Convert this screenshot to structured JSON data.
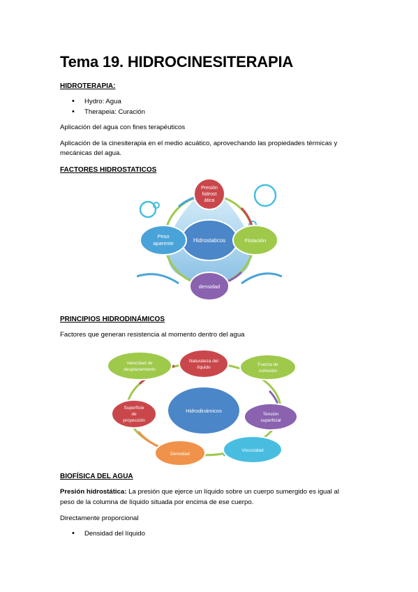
{
  "title": "Tema 19. HIDROCINESITERAPIA",
  "section1": {
    "heading": "HIDROTERAPIA:",
    "bullets": [
      "Hydro: Agua",
      "Therapeia: Curación"
    ],
    "para1": "Aplicación del agua con fines terapéuticos",
    "para2_line1": "Aplicación de la cinesiterapia en el medio acuático, aprovechando las propiedades térmicas y",
    "para2_line2": "mecánicas del agua."
  },
  "section2": {
    "heading": "FACTORES HIDROSTATICOS",
    "diagram": {
      "center": "Hidrostaticos",
      "top": [
        "Presión",
        "hidrost",
        "ática"
      ],
      "right": "Flotación",
      "bottom": "densidad",
      "left": [
        "Peso",
        "aparente"
      ]
    }
  },
  "section3": {
    "heading": "PRINCIPIOS HIDRODINÁMICOS",
    "para": "Factores que generan resistencia al momento dentro del agua",
    "diagram": {
      "center": "Hidrodinámicos",
      "nodes": {
        "top": [
          "Naturaleza del",
          "líquido"
        ],
        "top_right": [
          "Fuerza de",
          "cohesión"
        ],
        "right": [
          "Tensión",
          "superficial"
        ],
        "bottom_right": "Viscosidad",
        "bottom_left": "Densidad",
        "left": [
          "Superficie",
          "de",
          "proyección"
        ],
        "top_left": [
          "Velocidad de",
          "desplazamiento"
        ]
      }
    }
  },
  "section4": {
    "heading": "BIOFÍSICA DEL AGUA",
    "term": "Presión hidrostática:",
    "def_line1": " La presión que ejerce un líquido sobre un cuerpo sumergido es igual al",
    "def_line2": "peso de la columna de líquido situada por encima de ese cuerpo.",
    "para": "Directamente proporcional",
    "bullets": [
      "Densidad del líquido"
    ]
  },
  "colors": {
    "red": "#c9474b",
    "green": "#9fc94b",
    "purple": "#8a62b0",
    "blue": "#4aa3d8",
    "center_blue": "#4a86c8",
    "orange": "#f0924a",
    "cyan": "#48bde0"
  }
}
